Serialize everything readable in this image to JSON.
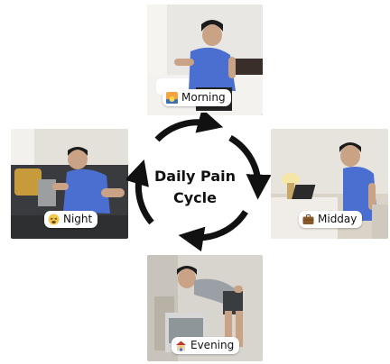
{
  "center": {
    "line1": "Daily Pain",
    "line2": "Cycle"
  },
  "stages": [
    {
      "id": "morning",
      "label": "Morning",
      "icon": "sunrise-icon"
    },
    {
      "id": "midday",
      "label": "Midday",
      "icon": "briefcase-icon"
    },
    {
      "id": "evening",
      "label": "Evening",
      "icon": "house-with-person-icon"
    },
    {
      "id": "night",
      "label": "Night",
      "icon": "tired-face-icon"
    }
  ],
  "colors": {
    "arrow": "#111111",
    "shirt": "#4a6fd1",
    "background": "#ffffff"
  }
}
